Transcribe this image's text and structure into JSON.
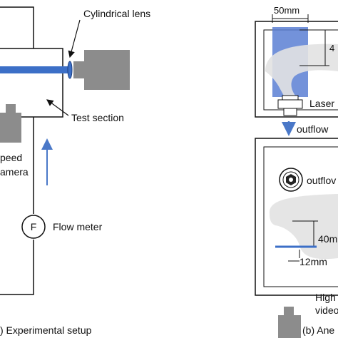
{
  "left": {
    "cylindrical_lens_label": "Cylindrical lens",
    "test_section_label": "Test section",
    "camera_label_line1": "peed",
    "camera_label_line2": "amera",
    "flow_meter_symbol": "F",
    "flow_meter_label": "Flow meter",
    "caption": ") Experimental setup"
  },
  "right": {
    "dim_width_top": "50mm",
    "dim_height_top": "4",
    "laser_label": "Laser",
    "outflow_arrow_label": "outflow",
    "outflow_inner_label": "outflov",
    "dim_40mm": "40m",
    "dim_12mm": "12mm",
    "camera_label_line1": "High",
    "camera_label_line2": "video",
    "caption": "(b) Ane"
  },
  "colors": {
    "laser_blue": "#3c6fc7",
    "arrow_blue": "#4a78c8",
    "camera_gray": "#8c8c8c",
    "line": "#111111"
  }
}
